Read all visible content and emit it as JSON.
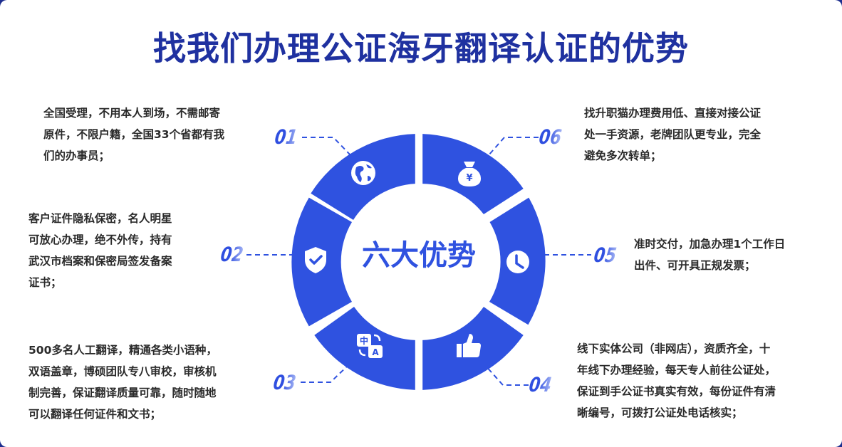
{
  "title": "找我们办理公证海牙翻译认证的优势",
  "center_label": "六大优势",
  "colors": {
    "accent": "#2f52e0",
    "title": "#1f31a0",
    "text": "#2a2a2a",
    "frame": "#1e2f8f"
  },
  "advantages": [
    {
      "number": "01",
      "icon": "globe-icon",
      "text_lines": [
        "全国受理，不用本人到场，不需邮寄",
        "原件，不限户籍，全国33个省都有我",
        "们的办事员；"
      ]
    },
    {
      "number": "02",
      "icon": "shield-check-icon",
      "text_lines": [
        "客户证件隐私保密，名人明星",
        "可放心办理，绝不外传，持有",
        "武汉市档案和保密局签发备案",
        "证书；"
      ]
    },
    {
      "number": "03",
      "icon": "translate-icon",
      "text_lines": [
        "500多名人工翻译，精通各类小语种，",
        "双语盖章，博硕团队专八审校，审核机",
        "制完善，保证翻译质量可靠，随时随地",
        "可以翻译任何证件和文书；"
      ]
    },
    {
      "number": "04",
      "icon": "thumbs-up-icon",
      "text_lines": [
        "线下实体公司（非网店），资质齐全，十",
        "年线下办理经验，每天专人前往公证处，",
        "保证到手公证书真实有效，每份证件有清",
        "晰编号，可拨打公证处电话核实；"
      ]
    },
    {
      "number": "05",
      "icon": "clock-icon",
      "text_lines": [
        "准时交付，加急办理1个工作日",
        "出件、可开具正规发票；"
      ]
    },
    {
      "number": "06",
      "icon": "money-bag-yen-icon",
      "text_lines": [
        "找升职猫办理费用低、直接对接公证",
        "处一手资源，老牌团队更专业，完全",
        "避免多次转单；"
      ]
    }
  ]
}
